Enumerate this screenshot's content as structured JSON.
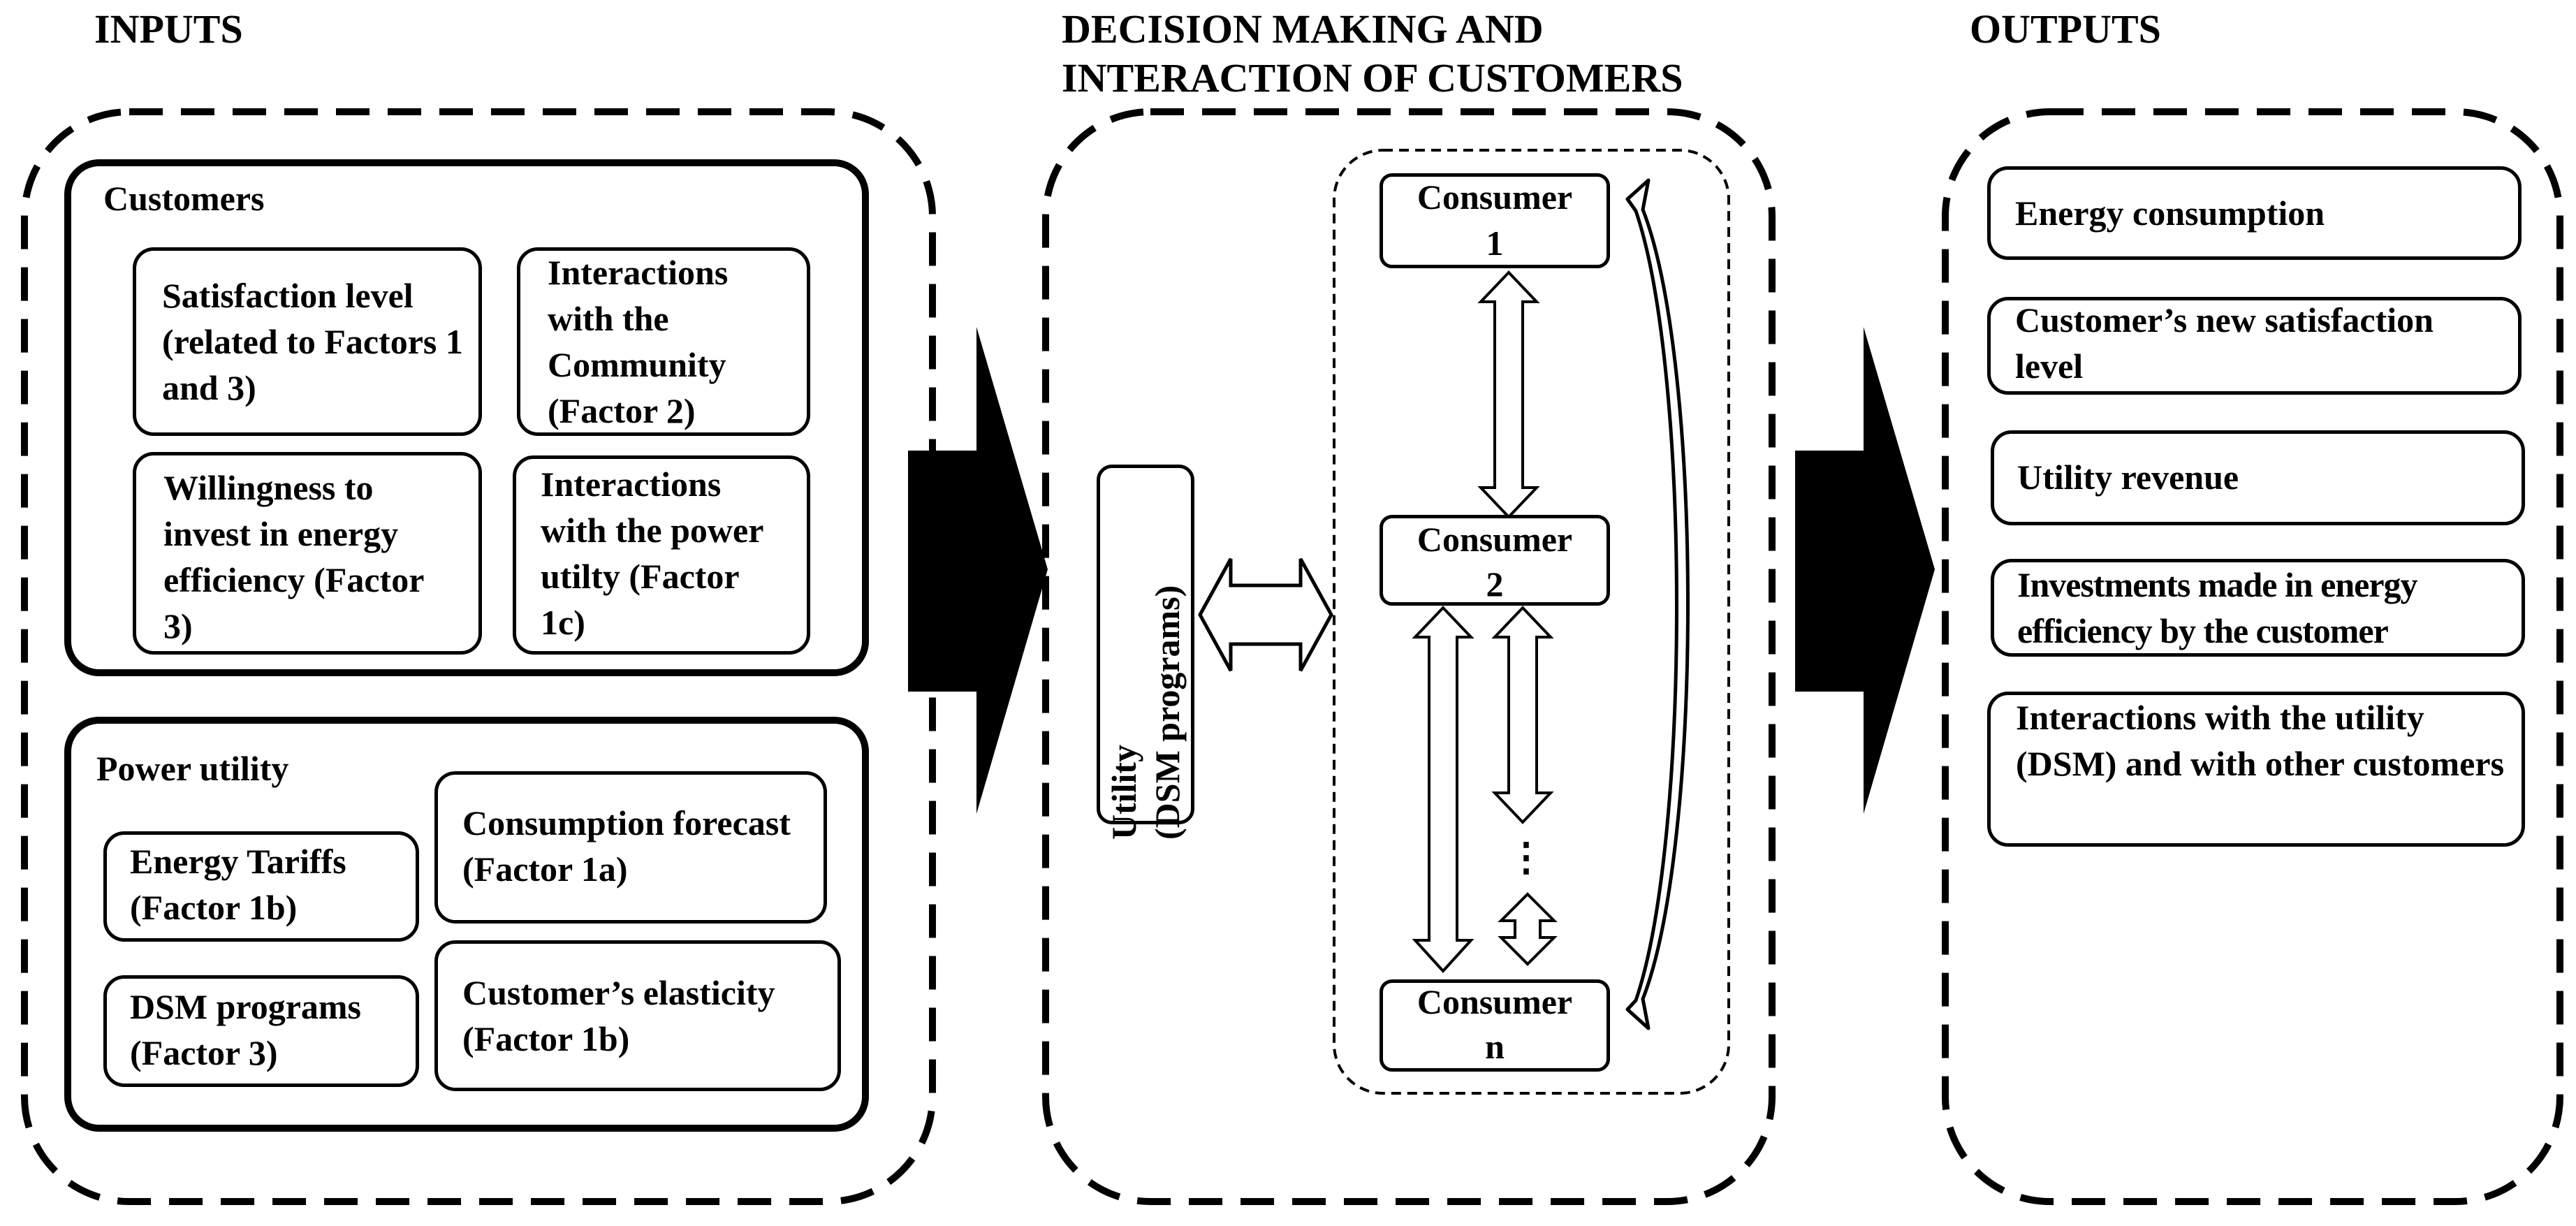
{
  "headers": {
    "inputs": "INPUTS",
    "decision_line1": "DECISION MAKING AND",
    "decision_line2": "INTERACTION OF CUSTOMERS",
    "outputs": "OUTPUTS"
  },
  "inputs": {
    "customers": {
      "title": "Customers",
      "items": [
        "Satisfaction level (related to Factors 1 and 3)",
        "Interactions with the Community (Factor 2)",
        "Willingness to invest in energy efficiency (Factor 3)",
        "Interactions with the power utilty (Factor 1c)"
      ]
    },
    "power_utility": {
      "title": "Power utility",
      "items": [
        "Energy Tariffs (Factor 1b)",
        "Consumption forecast (Factor 1a)",
        "DSM programs (Factor 3)",
        "Customer’s elasticity (Factor 1b)"
      ]
    }
  },
  "decision": {
    "utility_line1": "Utility",
    "utility_line2": "(DSM programs)",
    "consumers": [
      {
        "label": "Consumer",
        "index": "1"
      },
      {
        "label": "Consumer",
        "index": "2"
      },
      {
        "label": "Consumer",
        "index": "n"
      }
    ],
    "ellipsis": "⋮"
  },
  "outputs": {
    "items": [
      "Energy consumption",
      "Customer’s new satisfaction level",
      "Utility revenue",
      "Investments made in energy efficiency by the customer",
      "Interactions with the utility (DSM) and with other customers"
    ]
  }
}
